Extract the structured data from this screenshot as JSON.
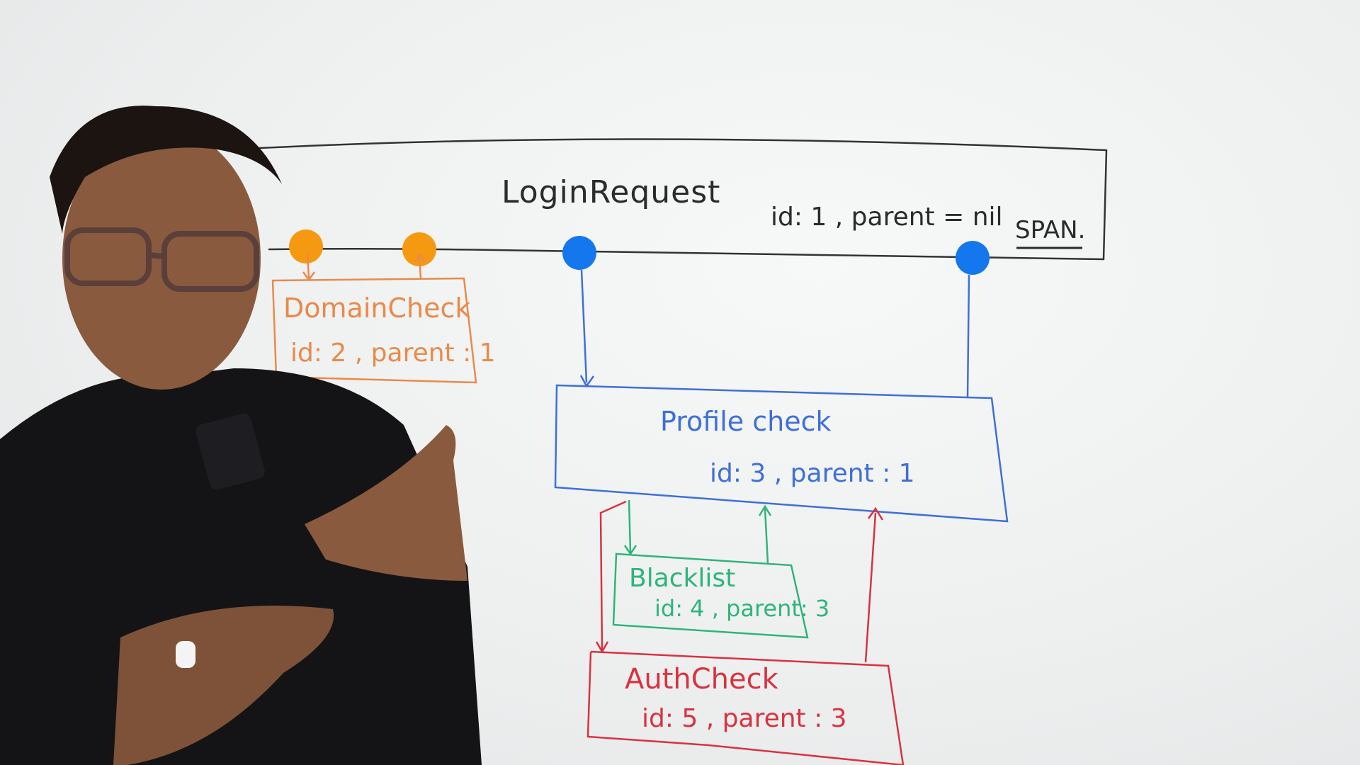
{
  "diagram": {
    "root_span": {
      "title": "LoginRequest",
      "meta": "id: 1 , parent = nil",
      "tag": "SPAN."
    },
    "spans": [
      {
        "key": "domain",
        "title": "DomainCheck",
        "meta": "id: 2 , parent : 1",
        "color": "#e98a4a"
      },
      {
        "key": "profile",
        "title": "Profile check",
        "meta": "id: 3 , parent : 1",
        "color": "#3f6fd8"
      },
      {
        "key": "blacklist",
        "title": "Blacklist",
        "meta": "id: 4 , parent: 3",
        "color": "#2fb47a"
      },
      {
        "key": "auth",
        "title": "AuthCheck",
        "meta": "id: 5 , parent : 3",
        "color": "#d9323f"
      }
    ],
    "node_colors": {
      "orange": "#f59a10",
      "blue": "#1577ee"
    },
    "root_color": "#333333"
  }
}
